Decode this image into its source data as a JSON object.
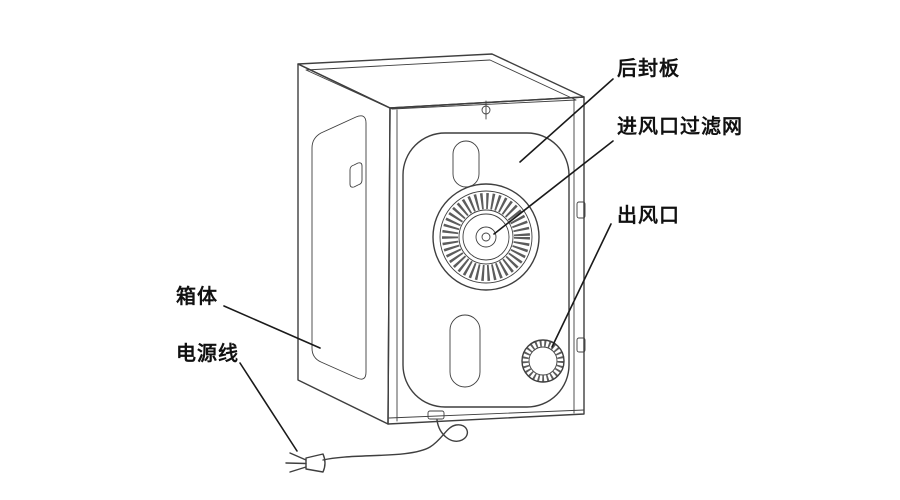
{
  "diagram": {
    "type": "technical-illustration",
    "labels": {
      "rear_panel": "后封板",
      "inlet_filter": "进风口过滤网",
      "air_outlet": "出风口",
      "cabinet": "箱体",
      "power_cord": "电源线"
    },
    "colors": {
      "line": "#3f3f3f",
      "label_text": "#111111",
      "background": "#ffffff"
    }
  }
}
